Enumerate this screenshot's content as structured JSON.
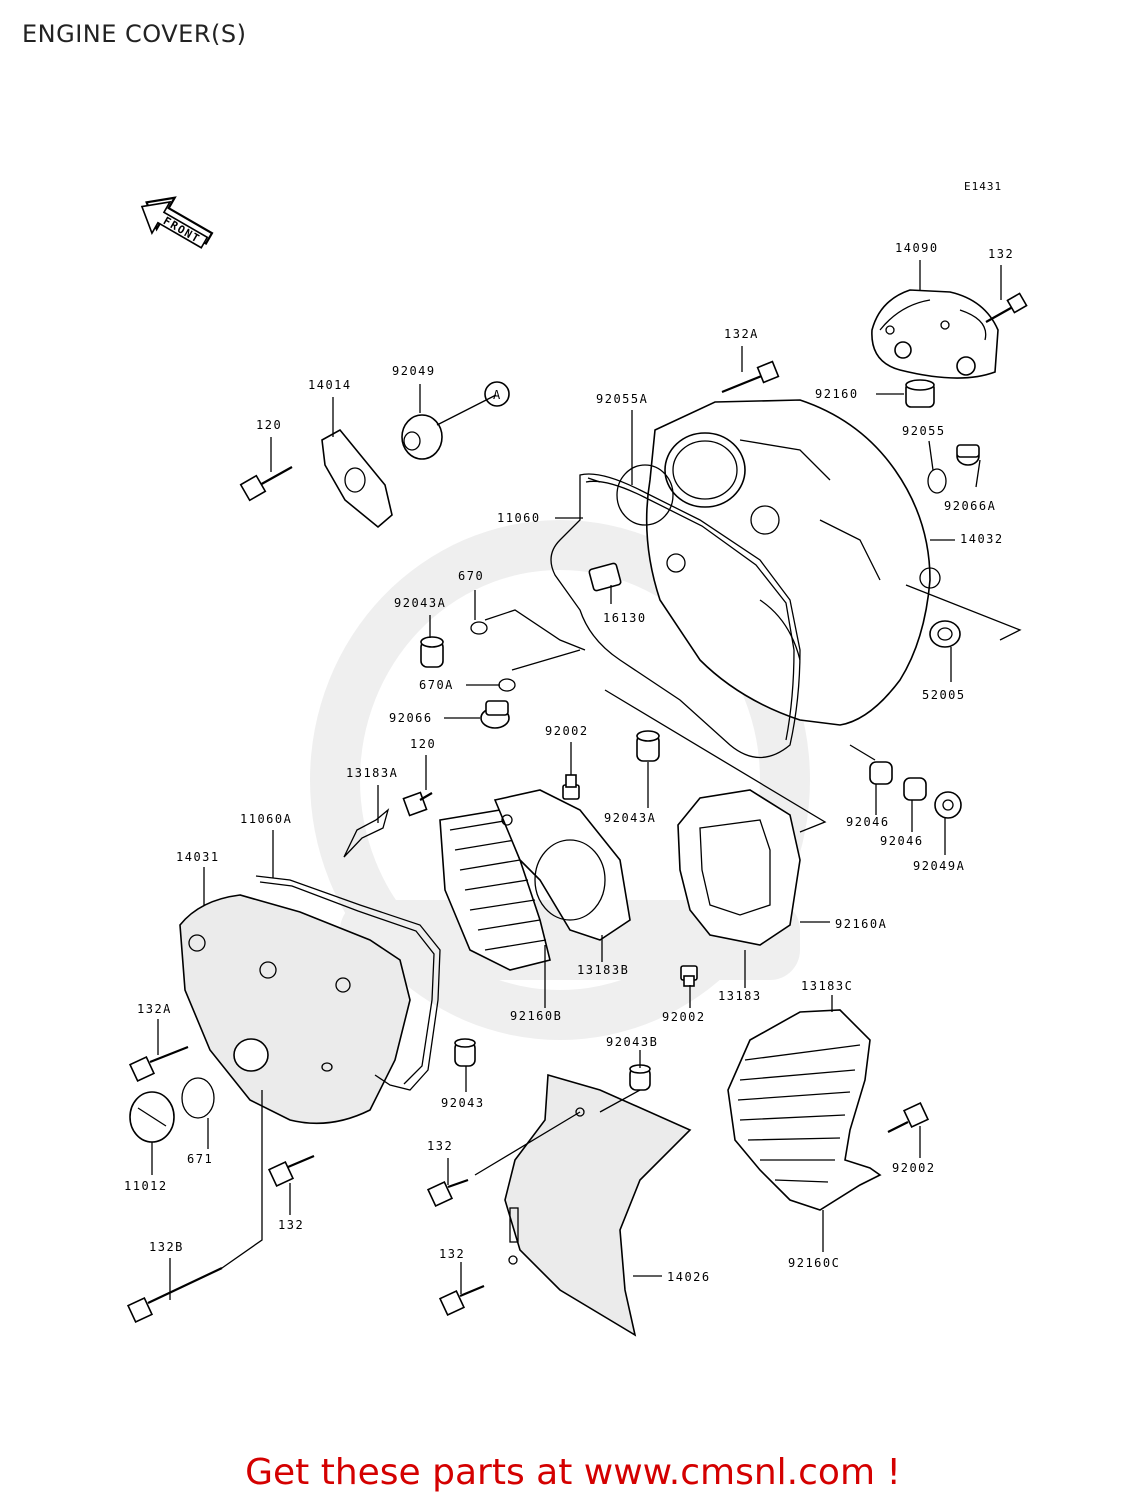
{
  "page": {
    "title": "ENGINE COVER(S)",
    "diagram_code": "E1431",
    "front_label": "FRONT",
    "circle_ref": "A",
    "footer": "Get these parts at www.cmsnl.com !"
  },
  "parts": [
    {
      "id": "p14090",
      "label": "14090"
    },
    {
      "id": "p132_top",
      "label": "132"
    },
    {
      "id": "p132A_top",
      "label": "132A"
    },
    {
      "id": "p92160",
      "label": "92160"
    },
    {
      "id": "p92055",
      "label": "92055"
    },
    {
      "id": "p92066A",
      "label": "92066A"
    },
    {
      "id": "p14032",
      "label": "14032"
    },
    {
      "id": "p52005",
      "label": "52005"
    },
    {
      "id": "p92055A",
      "label": "92055A"
    },
    {
      "id": "p11060",
      "label": "11060"
    },
    {
      "id": "p16130",
      "label": "16130"
    },
    {
      "id": "p670",
      "label": "670"
    },
    {
      "id": "p670A",
      "label": "670A"
    },
    {
      "id": "p92043A_left",
      "label": "92043A"
    },
    {
      "id": "p92066",
      "label": "92066"
    },
    {
      "id": "p14014",
      "label": "14014"
    },
    {
      "id": "p92049",
      "label": "92049"
    },
    {
      "id": "p120_top",
      "label": "120"
    },
    {
      "id": "p120_mid",
      "label": "120"
    },
    {
      "id": "p13183A",
      "label": "13183A"
    },
    {
      "id": "p92002_mid",
      "label": "92002"
    },
    {
      "id": "p92043A_mid",
      "label": "92043A"
    },
    {
      "id": "p92046_a",
      "label": "92046"
    },
    {
      "id": "p92046_b",
      "label": "92046"
    },
    {
      "id": "p92049A",
      "label": "92049A"
    },
    {
      "id": "p11060A",
      "label": "11060A"
    },
    {
      "id": "p14031",
      "label": "14031"
    },
    {
      "id": "p92160A",
      "label": "92160A"
    },
    {
      "id": "p13183B",
      "label": "13183B"
    },
    {
      "id": "p13183",
      "label": "13183"
    },
    {
      "id": "p92160B",
      "label": "92160B"
    },
    {
      "id": "p92002_low",
      "label": "92002"
    },
    {
      "id": "p13183C",
      "label": "13183C"
    },
    {
      "id": "p132A_left",
      "label": "132A"
    },
    {
      "id": "p92043B",
      "label": "92043B"
    },
    {
      "id": "p92043",
      "label": "92043"
    },
    {
      "id": "p671",
      "label": "671"
    },
    {
      "id": "p11012",
      "label": "11012"
    },
    {
      "id": "p132_mid",
      "label": "132"
    },
    {
      "id": "p132_low",
      "label": "132"
    },
    {
      "id": "p132_cover",
      "label": "132"
    },
    {
      "id": "p92002_right",
      "label": "92002"
    },
    {
      "id": "p132B",
      "label": "132B"
    },
    {
      "id": "p14026",
      "label": "14026"
    },
    {
      "id": "p92160C",
      "label": "92160C"
    }
  ]
}
